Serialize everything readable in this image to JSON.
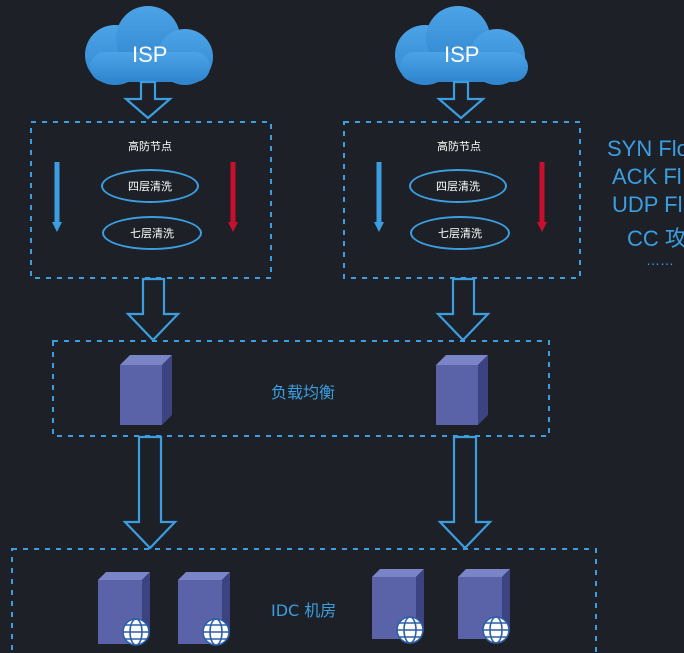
{
  "isp": [
    "ISP",
    "ISP"
  ],
  "nodes": [
    {
      "title": "高防节点",
      "layer4": "四层清洗",
      "layer7": "七层清洗"
    },
    {
      "title": "高防节点",
      "layer4": "四层清洗",
      "layer7": "七层清洗"
    }
  ],
  "load_balancer_label": "负载均衡",
  "idc_label": "IDC 机房",
  "attack_types": [
    "SYN Flo",
    "ACK Fl",
    "UDP Fl",
    "CC 攻",
    "……"
  ],
  "colors": {
    "background": "#1d2026",
    "accent": "#3a9ee0",
    "red": "#c8102e",
    "server": "#5a63a8"
  },
  "icons": [
    "cloud-icon",
    "server-icon",
    "globe-icon",
    "arrow-icon"
  ]
}
